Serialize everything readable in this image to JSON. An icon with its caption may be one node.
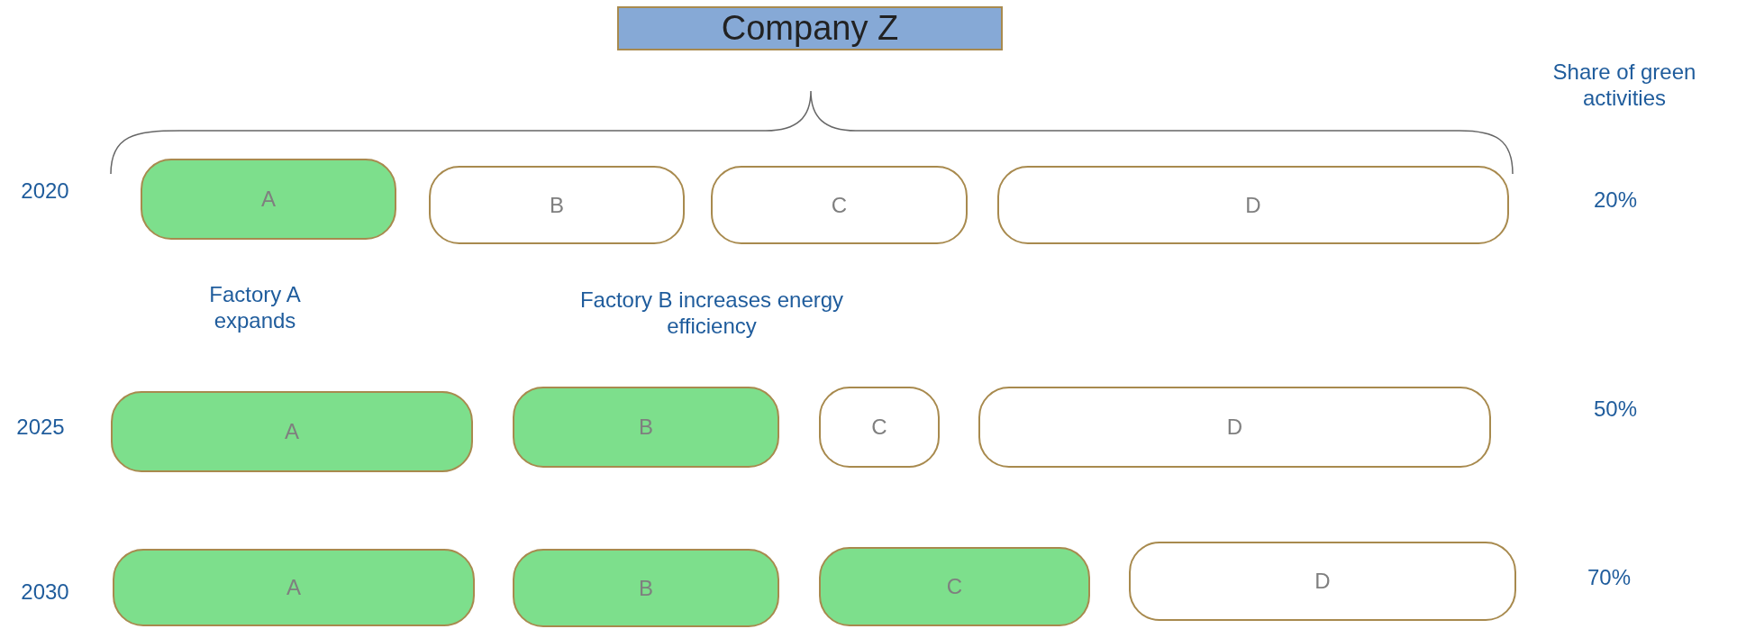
{
  "diagram": {
    "nodes": [
      {
        "text": [
          "Company Z"
        ]
      },
      {
        "text": [
          "A"
        ]
      },
      {
        "text": [
          "B"
        ]
      },
      {
        "text": [
          "C"
        ]
      },
      {
        "text": [
          "D"
        ]
      },
      {
        "text": [
          "A"
        ]
      },
      {
        "text": [
          "B"
        ]
      },
      {
        "text": [
          "C"
        ]
      },
      {
        "text": [
          "D"
        ]
      },
      {
        "text": [
          "A"
        ]
      },
      {
        "text": [
          "B"
        ]
      },
      {
        "text": [
          "C"
        ]
      },
      {
        "text": [
          "D"
        ]
      }
    ],
    "edges": [],
    "labels": [
      "Share of green activities",
      "2020",
      "20%",
      "Factory A expands",
      "Factory B increases energy efficiency",
      "2025",
      "50%",
      "2030",
      "70%"
    ]
  }
}
